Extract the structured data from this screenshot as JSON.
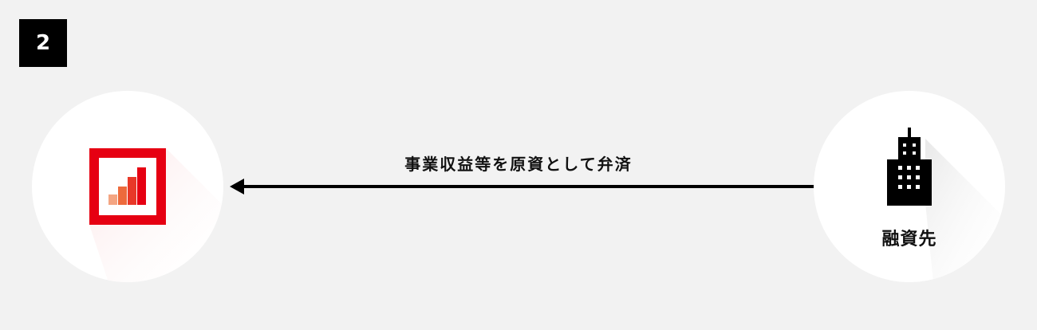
{
  "step": {
    "number": "2"
  },
  "flow": {
    "label": "事業収益等を原資として弁済"
  },
  "recipient": {
    "label": "融資先",
    "icon": "office-building-icon"
  },
  "lender": {
    "icon": "bar-chart-logo-icon"
  },
  "colors": {
    "background": "#f2f2f2",
    "badge": "#000000",
    "logo_red": "#e60012",
    "bar_dark": "#e83828",
    "bar_mid": "#ed6a3c",
    "bar_light": "#f4a582"
  }
}
